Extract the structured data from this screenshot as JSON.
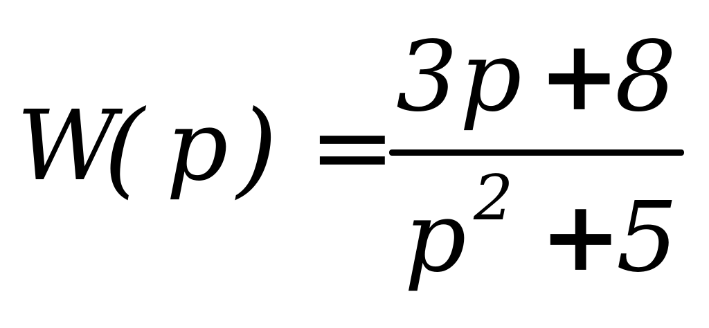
{
  "formula": {
    "lhs": {
      "function_name": "W",
      "open_paren": "(",
      "variable": "p",
      "close_paren": ")"
    },
    "relation": "=",
    "numerator": {
      "coefficient": "3",
      "variable": "p",
      "operator": "+",
      "constant": "8"
    },
    "denominator": {
      "variable": "p",
      "exponent": "2",
      "operator": "+",
      "constant": "5"
    }
  }
}
